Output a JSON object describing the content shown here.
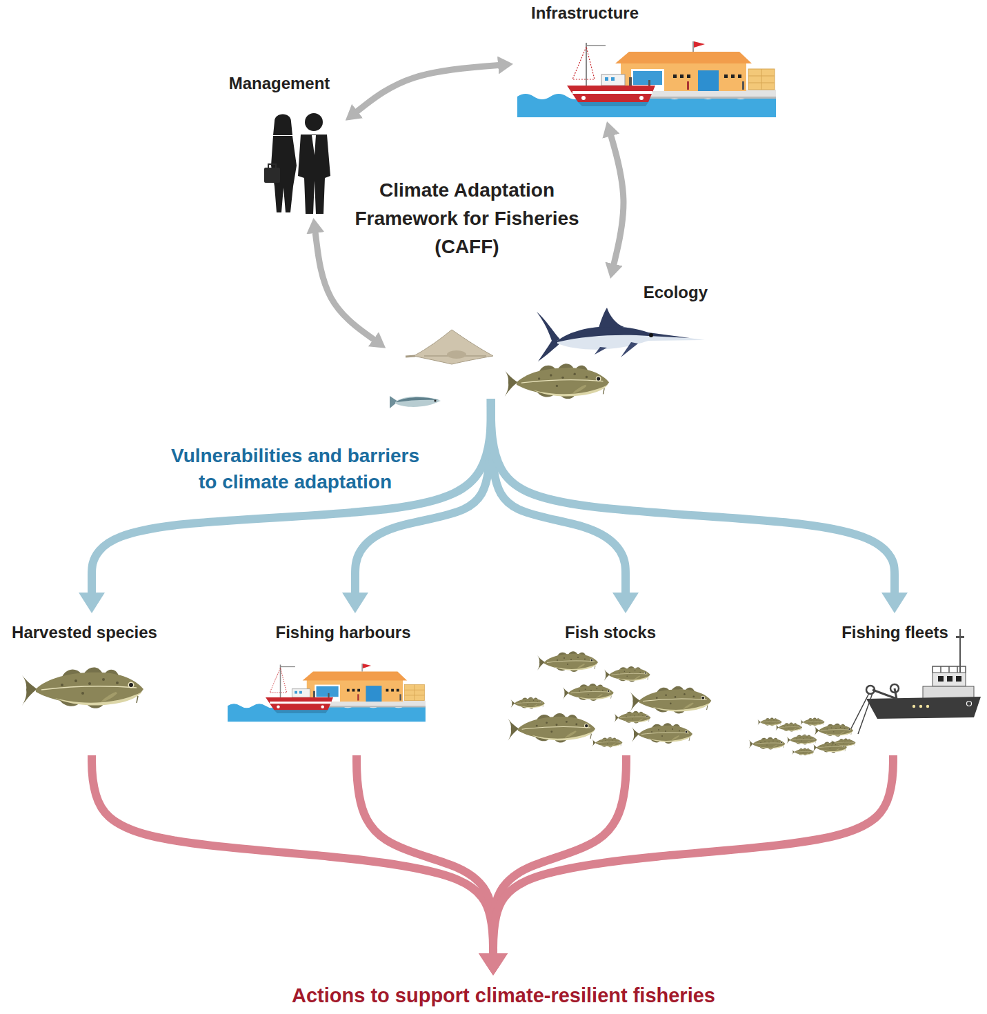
{
  "diagram": {
    "title": "Climate Adaptation Framework for Fisheries (CAFF)",
    "nodes": [
      {
        "text": [
          "Management"
        ]
      },
      {
        "text": [
          "Infrastructure"
        ]
      },
      {
        "text": [
          "Ecology"
        ]
      },
      {
        "text": [
          "Harvested species"
        ]
      },
      {
        "text": [
          "Fishing harbours"
        ]
      },
      {
        "text": [
          "Fish stocks"
        ]
      },
      {
        "text": [
          "Fishing fleets"
        ]
      },
      {
        "text": [
          "Actions to support climate-resilient fisheries"
        ]
      }
    ],
    "edges": [
      {
        "from": 0,
        "to": 1,
        "arrow": "both"
      },
      {
        "from": 1,
        "to": 2,
        "arrow": "both"
      },
      {
        "from": 0,
        "to": 2,
        "arrow": "both"
      },
      {
        "from": 2,
        "to": 3,
        "arrow": "to"
      },
      {
        "from": 2,
        "to": 4,
        "arrow": "to"
      },
      {
        "from": 2,
        "to": 5,
        "arrow": "to"
      },
      {
        "from": 2,
        "to": 6,
        "arrow": "to"
      },
      {
        "from": 3,
        "to": 7,
        "arrow": "to"
      },
      {
        "from": 4,
        "to": 7,
        "arrow": "to"
      },
      {
        "from": 5,
        "to": 7,
        "arrow": "to"
      },
      {
        "from": 6,
        "to": 7,
        "arrow": "to"
      }
    ],
    "labels": [
      "Vulnerabilities and barriers to climate adaptation"
    ]
  }
}
